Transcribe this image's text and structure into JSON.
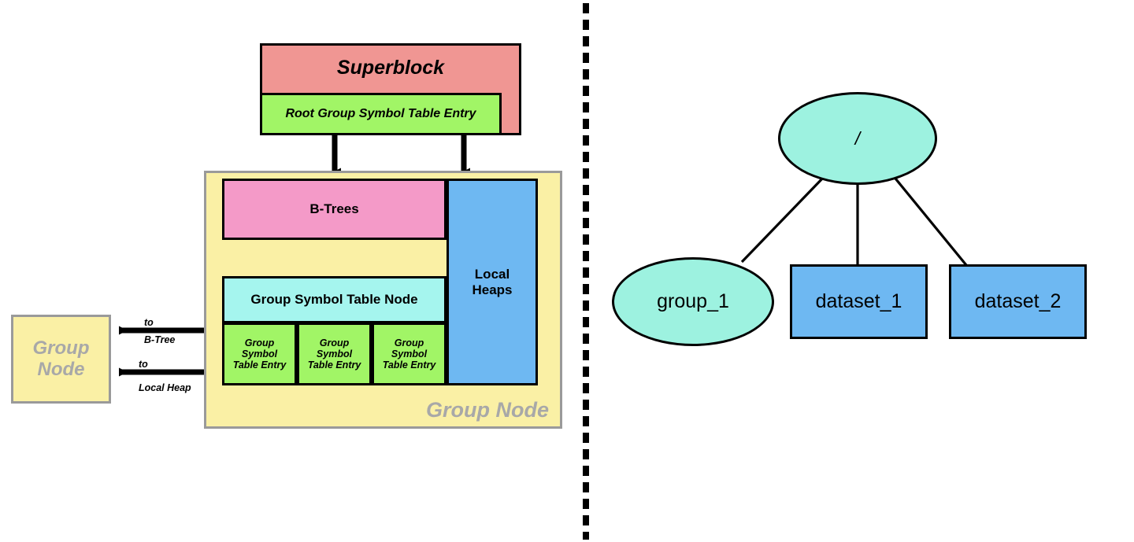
{
  "diagram": {
    "title": "HDF5 file format group node structure and object tree",
    "divider": {
      "name": "vertical-dashed-divider",
      "color": "#000000"
    }
  },
  "left_panel": {
    "superblock": {
      "label": "Superblock",
      "color": "#F09693"
    },
    "root_group_symbol_table_entry": {
      "label": "Root Group Symbol Table Entry",
      "color": "#A1F566"
    },
    "group_node": {
      "label": "Group Node",
      "color": "#FAF0A5",
      "border_color": "#9a9a9a"
    },
    "btrees": {
      "label": "B-Trees",
      "color": "#F49AC8"
    },
    "local_heaps": {
      "label": "Local\nHeaps",
      "line1": "Local",
      "line2": "Heaps",
      "color": "#6EB8F2"
    },
    "group_symbol_table_node": {
      "label": "Group Symbol Table Node",
      "color": "#A5F5EE"
    },
    "symbol_table_entries": [
      {
        "line1": "Group",
        "line2": "Symbol",
        "line3": "Table Entry"
      },
      {
        "line1": "Group",
        "line2": "Symbol",
        "line3": "Table Entry"
      },
      {
        "line1": "Group",
        "line2": "Symbol",
        "line3": "Table Entry"
      }
    ],
    "referenced_group_node": {
      "line1": "Group",
      "line2": "Node",
      "color": "#FAF0A5",
      "text_color": "#a8a8a8"
    },
    "arrow_labels": {
      "to_btree_top": "to",
      "to_btree_bottom": "B-Tree",
      "to_local_heap_top": "to",
      "to_local_heap_bottom": "Local Heap"
    }
  },
  "right_panel": {
    "root": {
      "label": "/",
      "shape": "ellipse",
      "color": "#9DF2E0"
    },
    "children": [
      {
        "label": "group_1",
        "shape": "ellipse",
        "color": "#9DF2E0"
      },
      {
        "label": "dataset_1",
        "shape": "rect",
        "color": "#6EB8F2"
      },
      {
        "label": "dataset_2",
        "shape": "rect",
        "color": "#6EB8F2"
      }
    ]
  }
}
